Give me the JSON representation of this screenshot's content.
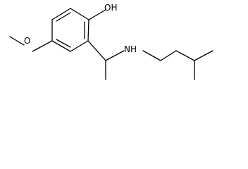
{
  "molecule": {
    "atoms": {
      "hydroxyl": "OH",
      "methoxy_oxygen": "O",
      "amine": "NH"
    }
  },
  "colors": {
    "bond": "#000000",
    "label": "#000000",
    "background": "#ffffff"
  }
}
